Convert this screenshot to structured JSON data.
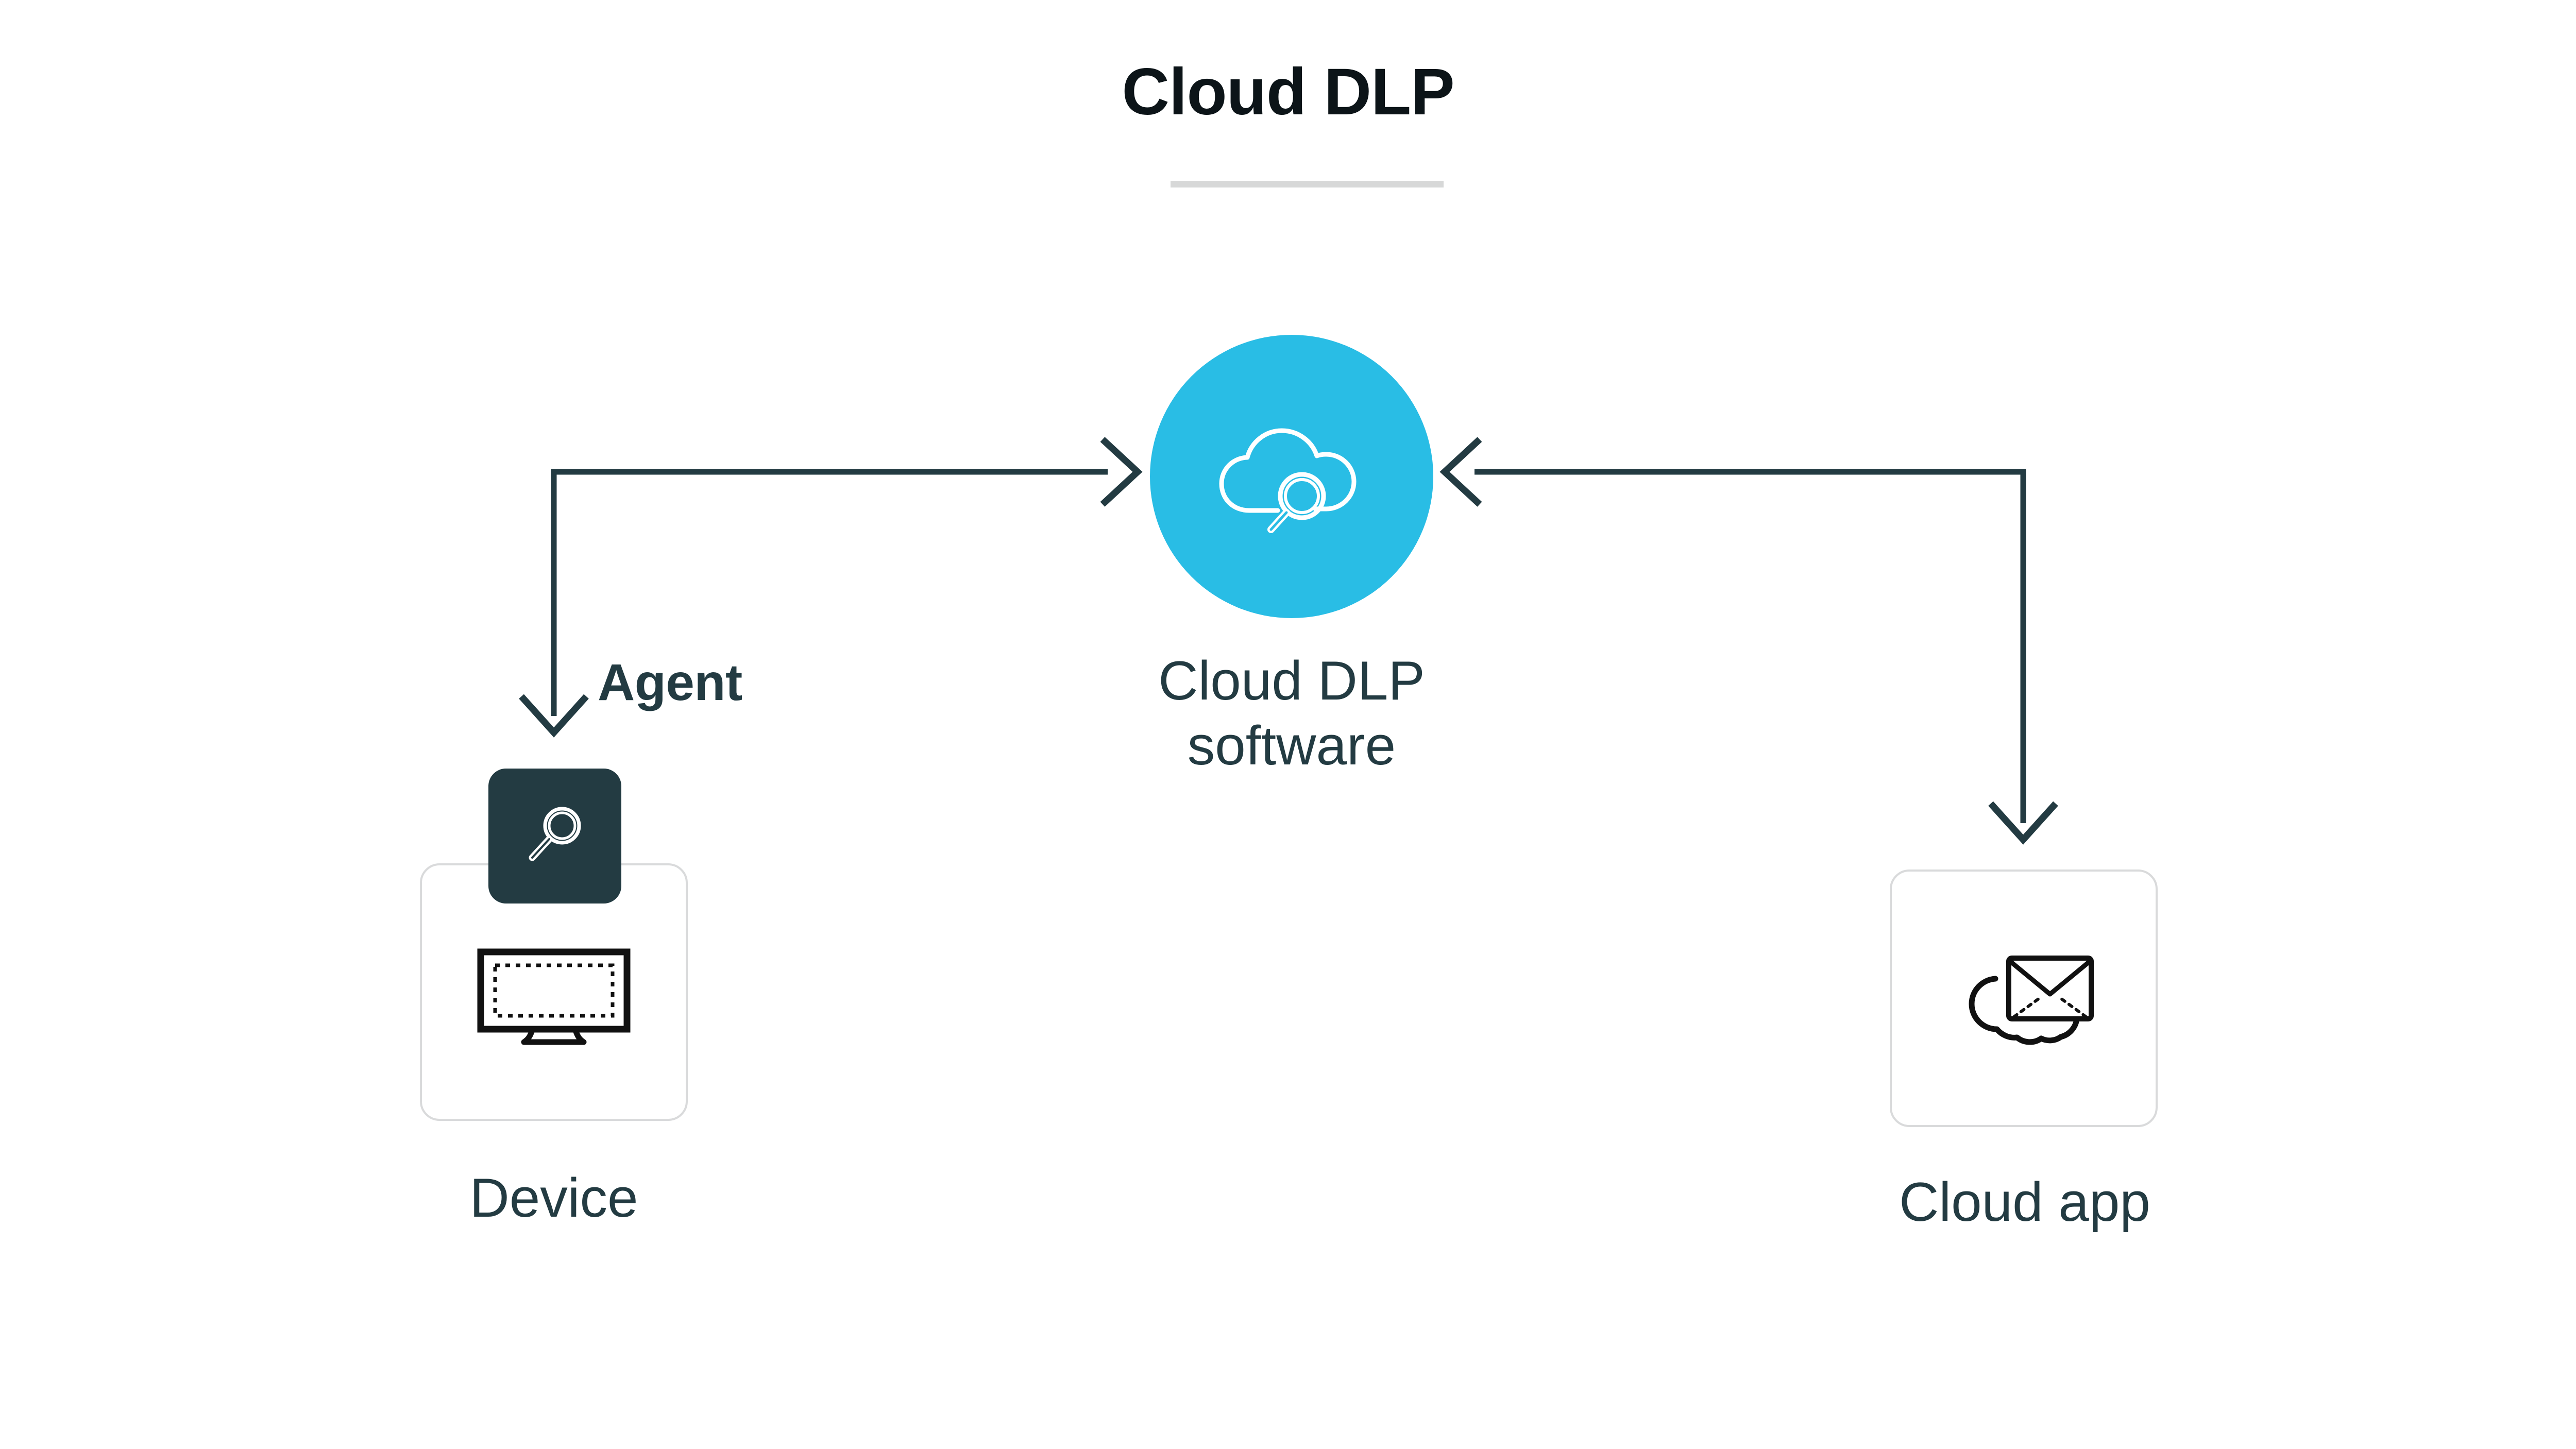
{
  "diagram": {
    "title": "Cloud DLP",
    "background_color": "#ffffff",
    "accent_color": "#29bde5",
    "ink_color": "#233b42",
    "rule_color": "#d7d8d8",
    "card_border_color": "#d9dadb"
  },
  "nodes": {
    "center": {
      "label": "Cloud DLP\nsoftware",
      "icon": "cloud-magnifier-icon",
      "shape": "circle",
      "fill": "#29bde5"
    },
    "left": {
      "label": "Device",
      "icon": "monitor-icon",
      "badge_label": "Agent",
      "badge_icon": "magnifier-icon",
      "badge_fill": "#233b42"
    },
    "right": {
      "label": "Cloud app",
      "icon": "cloud-envelope-icon"
    }
  },
  "connectors": [
    {
      "name": "device-to-dlp",
      "from": "Device",
      "to": "Cloud DLP software",
      "arrowheads": [
        "down-at-device",
        "right-at-dlp"
      ],
      "color": "#233b42"
    },
    {
      "name": "cloudapp-to-dlp",
      "from": "Cloud app",
      "to": "Cloud DLP software",
      "arrowheads": [
        "down-at-cloudapp",
        "left-at-dlp"
      ],
      "color": "#233b42"
    }
  ]
}
